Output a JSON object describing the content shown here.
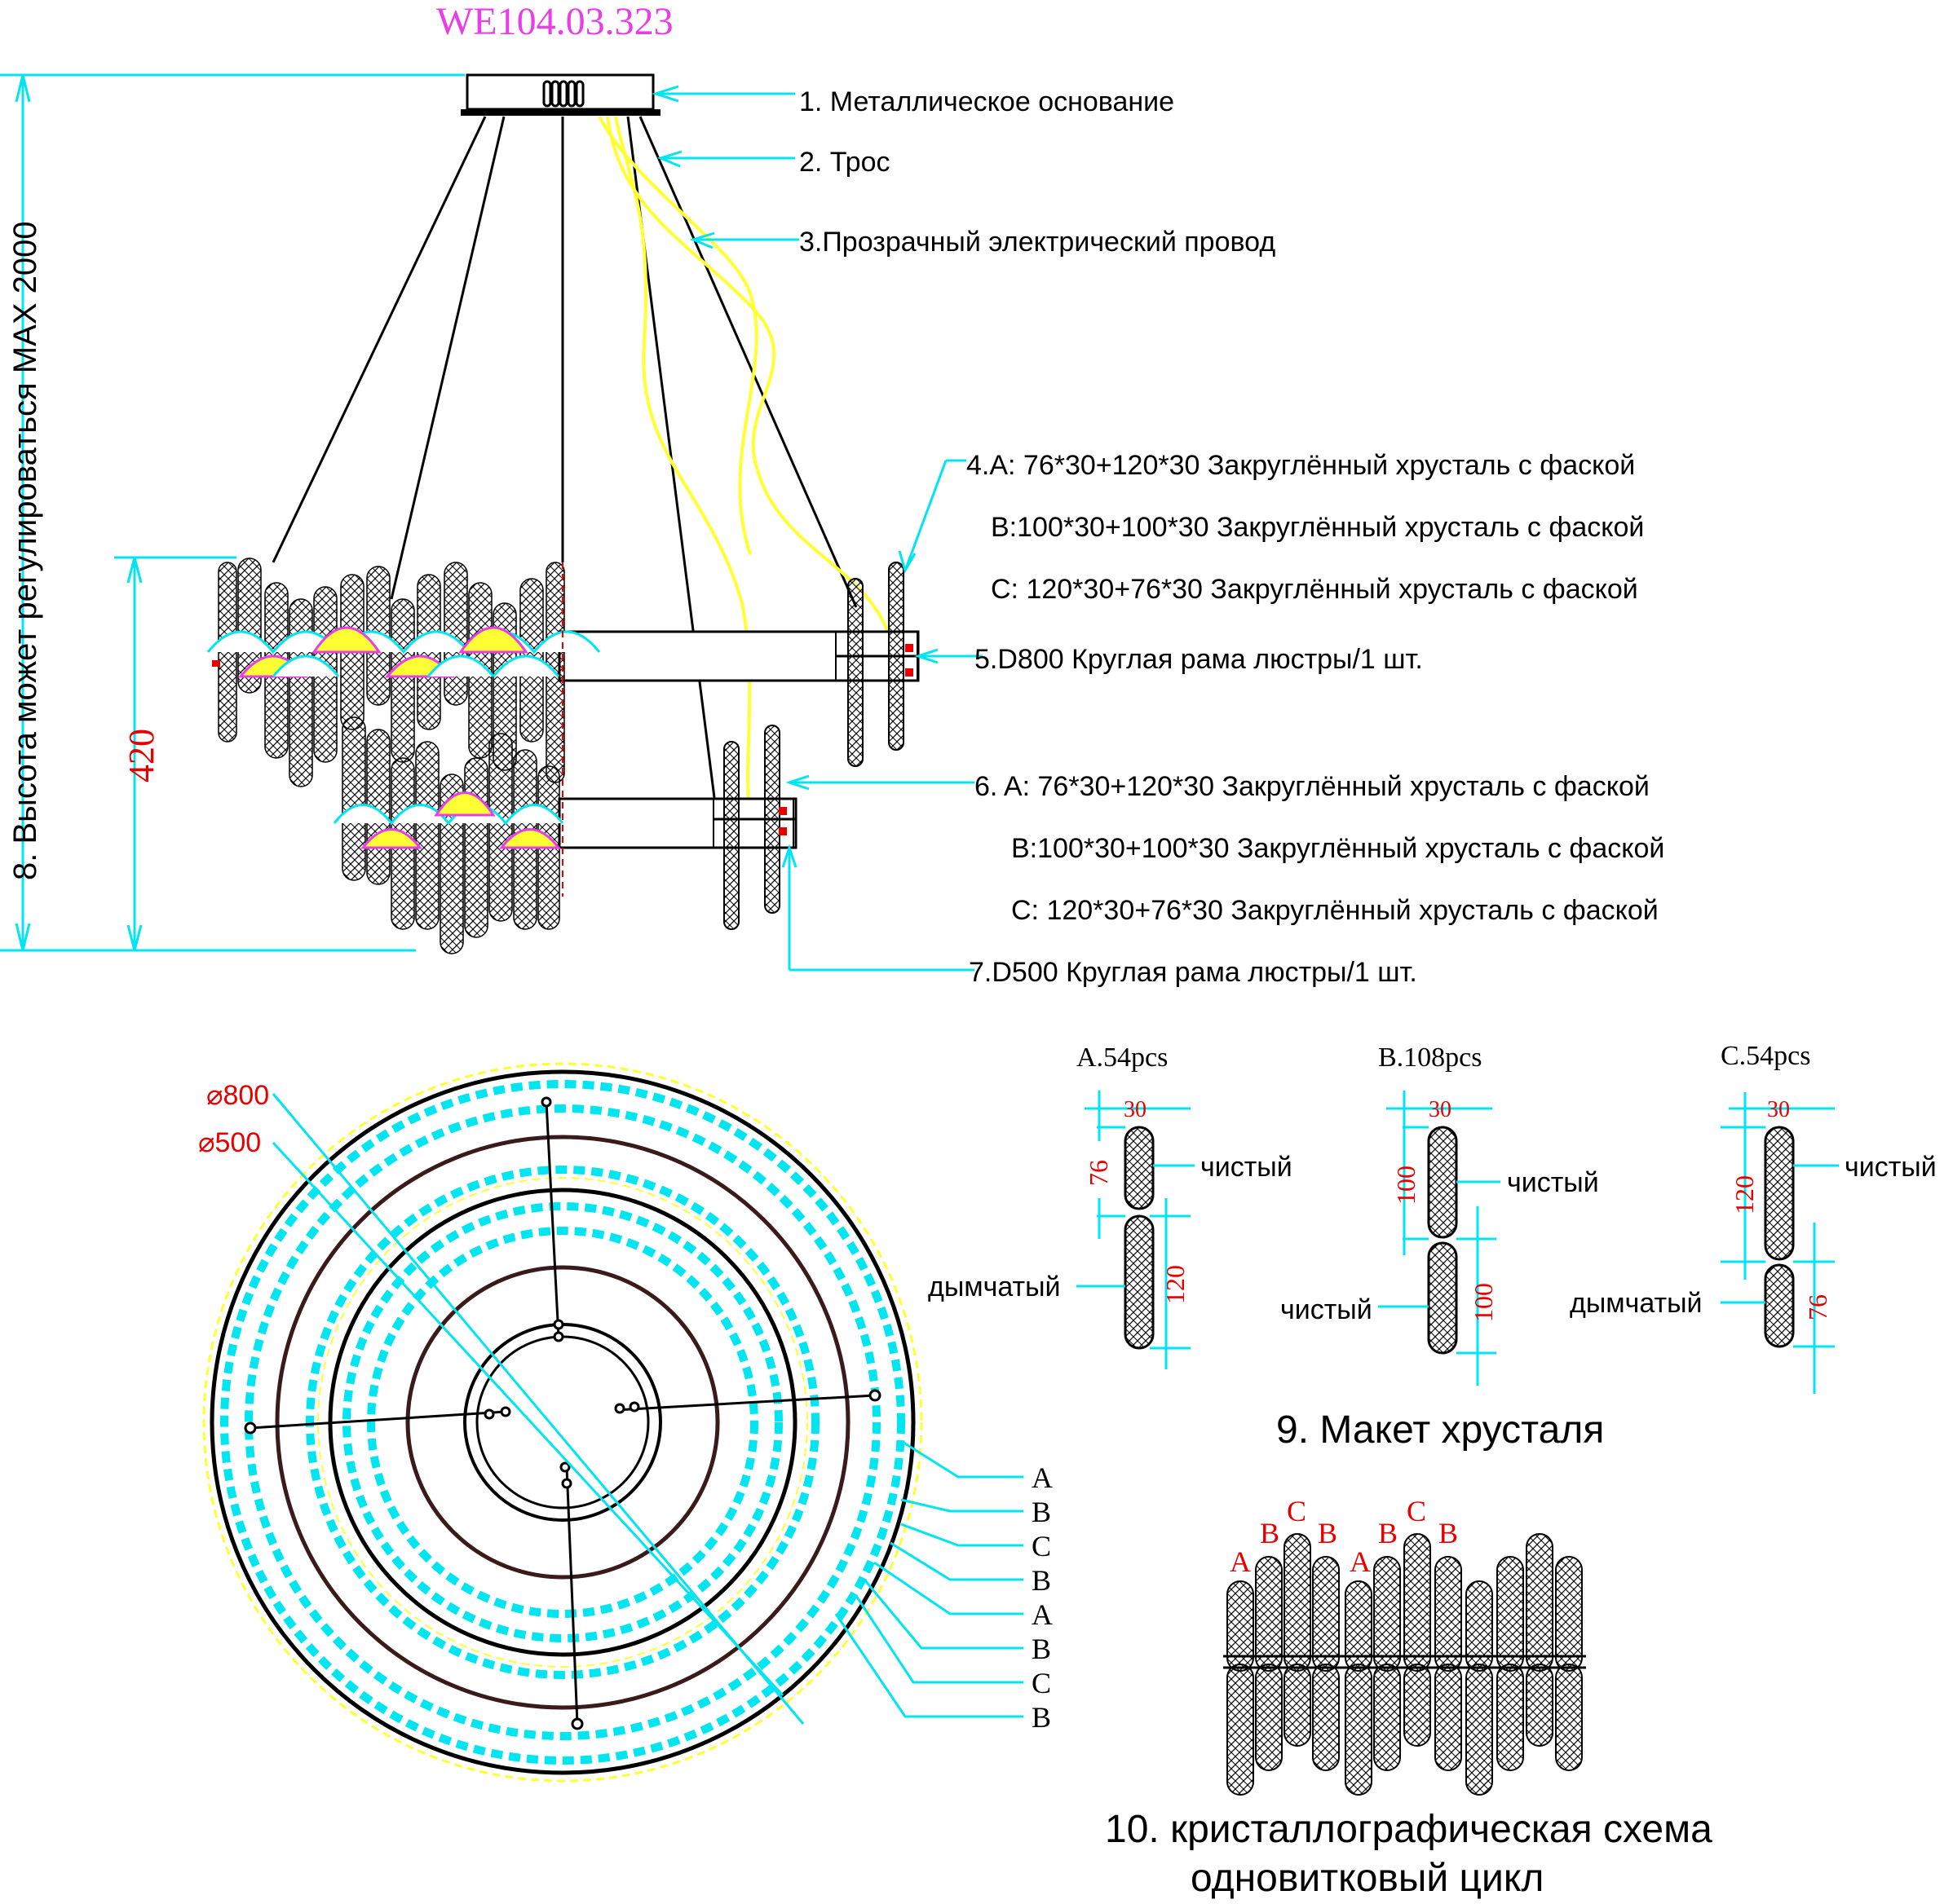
{
  "model": "WE104.03.323",
  "colors": {
    "dimension": "#00e5f0",
    "wire": "#ffff33",
    "title": "#e83ee8",
    "red": "#e60000",
    "line": "#000000"
  },
  "height_note": "8. Высота может регулироваться MAX 2000",
  "dim_420": "420",
  "callouts": {
    "c1": "1. Металлическое основание",
    "c2": "2. Трос",
    "c3": "3.Прозрачный электрический провод",
    "c4a": "4.A: 76*30+120*30 Закруглённый хрусталь с фаской",
    "c4b": "B:100*30+100*30 Закруглённый хрусталь с фаской",
    "c4c": "C: 120*30+76*30 Закруглённый хрусталь с фаской",
    "c5": "5.D800 Круглая рама люстры/1 шт.",
    "c6a": "6. A: 76*30+120*30 Закруглённый хрусталь с фаской",
    "c6b": "B:100*30+100*30 Закруглённый хрусталь с фаской",
    "c6c": "C: 120*30+76*30 Закруглённый хрусталь с фаской",
    "c7": "7.D500 Круглая рама люстры/1 шт."
  },
  "plan": {
    "d800": "⌀800",
    "d500": "⌀500",
    "ring_labels": [
      "A",
      "B",
      "C",
      "B",
      "A",
      "B",
      "C",
      "B"
    ]
  },
  "crystals": {
    "a_title": "A.54pcs",
    "b_title": "B.108pcs",
    "c_title": "C.54pcs",
    "width": "30",
    "a_top": "76",
    "a_bottom": "120",
    "b_top": "100",
    "b_bottom": "100",
    "c_top": "120",
    "c_bottom": "76",
    "clear": "чистый",
    "smoky": "дымчатый",
    "layout_title": "9. Макет хрусталя"
  },
  "scheme": {
    "letters": [
      "A",
      "B",
      "C",
      "B",
      "A",
      "B",
      "C",
      "B"
    ],
    "title_1": "10. кристаллографическая схема",
    "title_2": "одновитковый цикл"
  }
}
